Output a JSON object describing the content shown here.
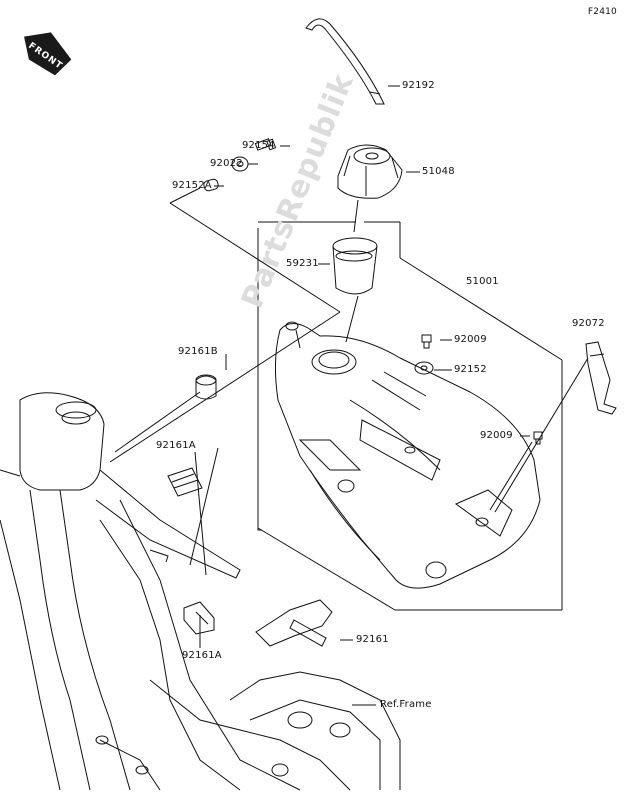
{
  "diagram_code": "F2410",
  "front_badge": "FRONT",
  "watermark": "PartsRepublik",
  "labels": {
    "l92192": "92192",
    "l92154": "92154",
    "l92022": "92022",
    "l92152A": "92152A",
    "l51048": "51048",
    "l59231": "59231",
    "l51001": "51001",
    "l92072": "92072",
    "l92161B": "92161B",
    "l92009a": "92009",
    "l92152": "92152",
    "l92009b": "92009",
    "l92161A_top": "92161A",
    "l92161A_bottom": "92161A",
    "l92161": "92161",
    "l_ref_frame": "Ref.Frame"
  },
  "colors": {
    "line": "#111111",
    "badge": "#1a1a1a",
    "watermark": "#dcdcdc"
  }
}
